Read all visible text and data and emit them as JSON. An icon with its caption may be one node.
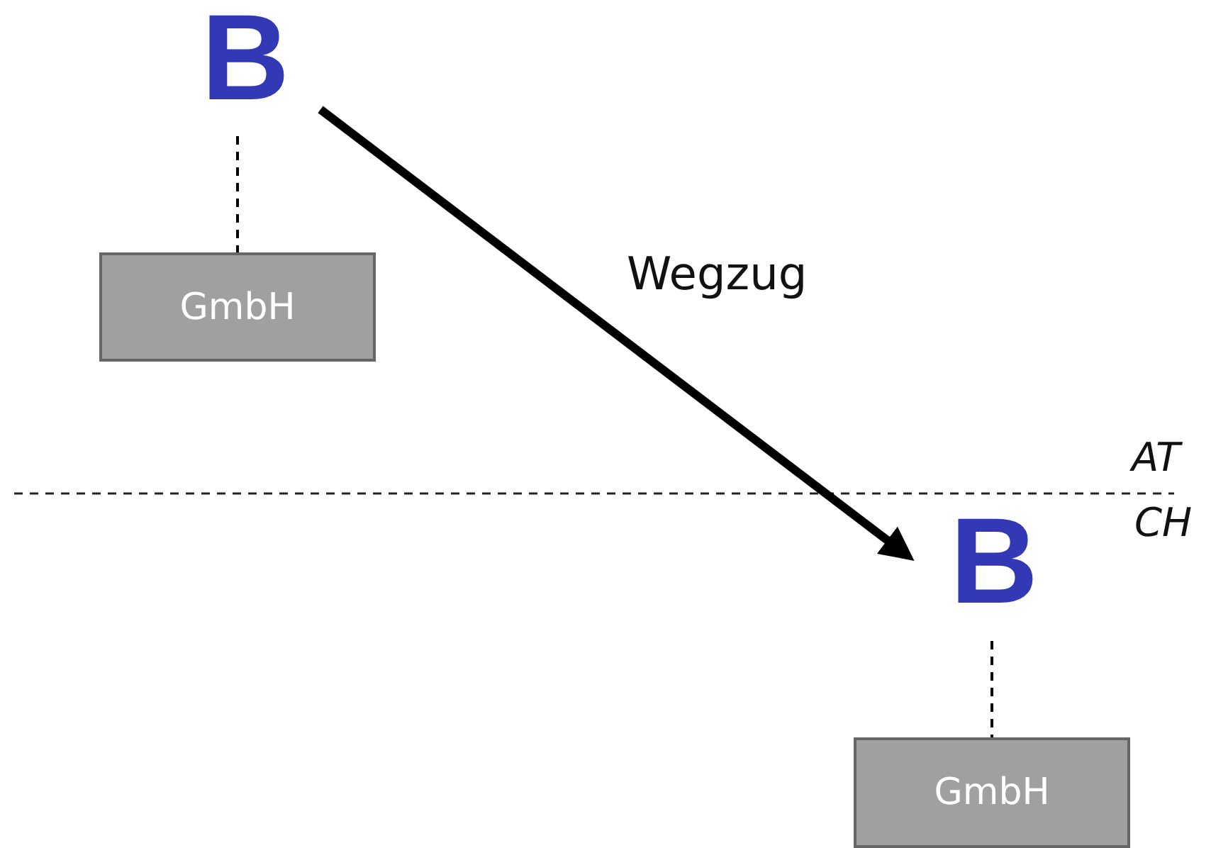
{
  "diagram": {
    "nodes": [
      {
        "text": [
          "B"
        ]
      },
      {
        "text": [
          "GmbH"
        ]
      },
      {
        "text": [
          "B"
        ]
      },
      {
        "text": [
          "GmbH"
        ]
      }
    ],
    "edges": [
      {
        "from": 0,
        "to": 1,
        "arrow": "none",
        "style": "dashed"
      },
      {
        "from": 0,
        "to": 2,
        "arrow": "to",
        "label": "Wegzug",
        "style": "thick"
      },
      {
        "from": 2,
        "to": 3,
        "arrow": "none",
        "style": "dashed"
      }
    ],
    "labels": [
      "AT",
      "CH"
    ]
  }
}
